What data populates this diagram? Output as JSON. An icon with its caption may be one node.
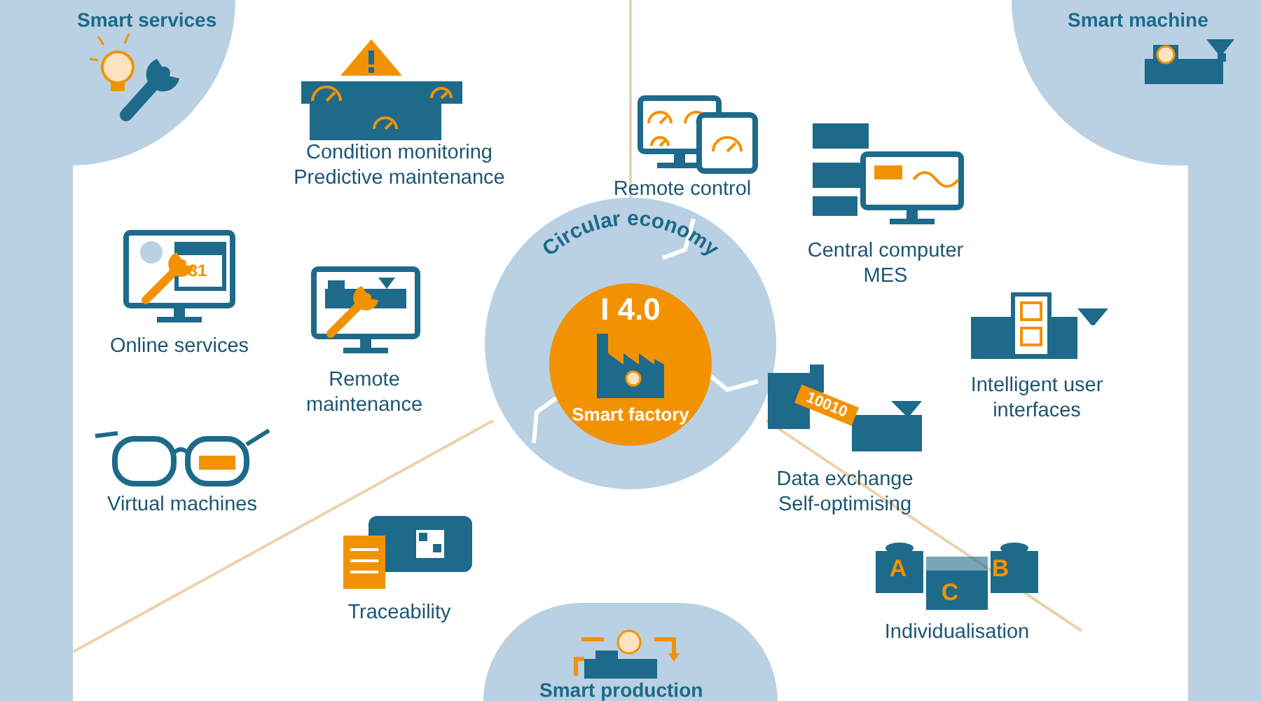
{
  "diagram": {
    "nodes": [
      {
        "text": [
          "Smart services"
        ]
      },
      {
        "text": [
          "Smart machine"
        ]
      },
      {
        "text": [
          "Circular economy"
        ]
      },
      {
        "text": [
          "I 4.0",
          "Smart factory"
        ],
        "in": 2
      },
      {
        "text": [
          "Smart production"
        ]
      }
    ],
    "labels": [
      "Condition monitoring Predictive maintenance",
      "Remote control",
      "Central computer MES",
      "31",
      "Online services",
      "Remote maintenance",
      "Intelligent user interfaces",
      "Virtual machines",
      "10010",
      "Data exchange Self-optimising",
      "Traceability",
      "A",
      "B",
      "C",
      "Individualisation"
    ]
  }
}
